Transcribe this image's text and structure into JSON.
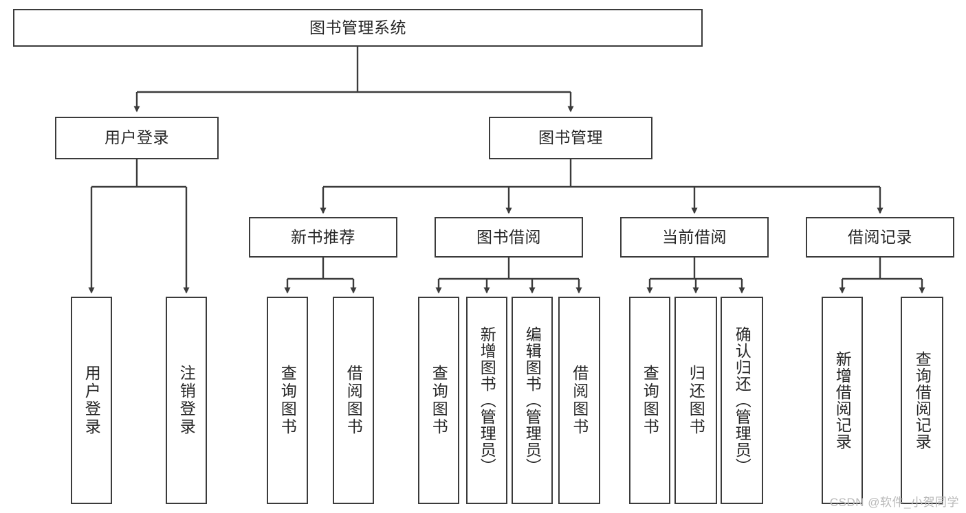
{
  "diagram": {
    "title": "图书管理系统",
    "type": "tree",
    "watermark": "CSDN @软件_小贺同学",
    "colors": {
      "box_border": "#3b3b3b",
      "box_fill": "#ffffff",
      "edge": "#3b3b3b",
      "text": "#262626",
      "watermark": "#b9b9b9",
      "background": "#ffffff"
    },
    "nodes": {
      "root": "图书管理系统",
      "level2": {
        "user_login": "用户登录",
        "book_manage": "图书管理"
      },
      "level3": {
        "new_book_recommend": "新书推荐",
        "book_borrow": "图书借阅",
        "current_borrow": "当前借阅",
        "borrow_record": "借阅记录"
      },
      "leaves": {
        "user_login_1": "用户登录",
        "user_login_2": "注销登录",
        "recommend_1": "查询图书",
        "recommend_2": "借阅图书",
        "borrow_1": "查询图书",
        "borrow_2": "新增图书（管理员）",
        "borrow_3": "编辑图书（管理员）",
        "borrow_4": "借阅图书",
        "current_1": "查询图书",
        "current_2": "归还图书",
        "current_3": "确认归还（管理员）",
        "record_1": "新增借阅记录",
        "record_2": "查询借阅记录"
      }
    }
  }
}
